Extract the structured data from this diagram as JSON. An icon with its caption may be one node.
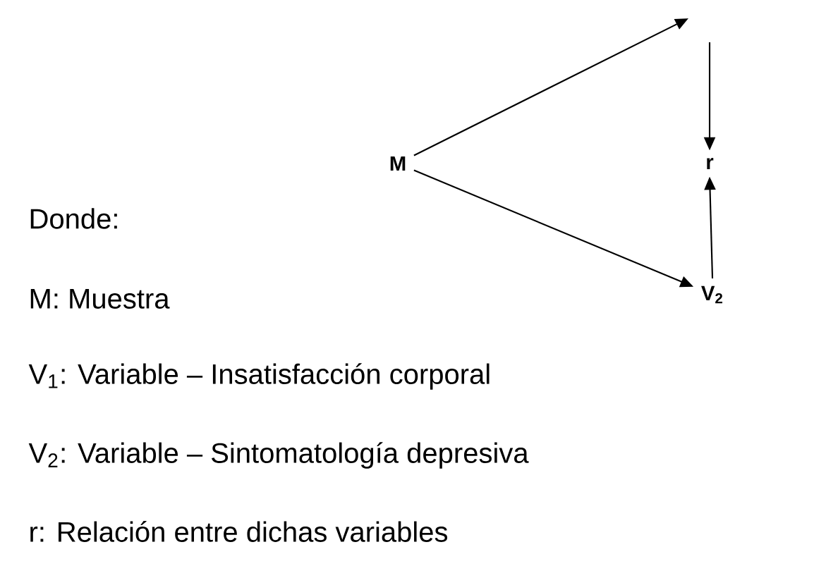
{
  "diagram": {
    "nodes": [
      {
        "text": [
          "M"
        ]
      },
      {
        "text": [
          "r"
        ]
      },
      {
        "text": [
          "V$_{2}$"
        ]
      }
    ],
    "edges": [
      {
        "from": 0,
        "to": null,
        "arrow": "to"
      },
      {
        "from": null,
        "to": 1,
        "arrow": "to"
      },
      {
        "from": 0,
        "to": 2,
        "arrow": "to"
      },
      {
        "from": 2,
        "to": 1,
        "arrow": "to"
      }
    ],
    "labels": [
      "Donde:",
      "M: Muestra",
      "V$_{1}$: Variable – Insatisfacción corporal",
      "V$_{2}$: Variable – Sintomatología depresiva",
      "r: Relación entre dichas variables"
    ]
  }
}
